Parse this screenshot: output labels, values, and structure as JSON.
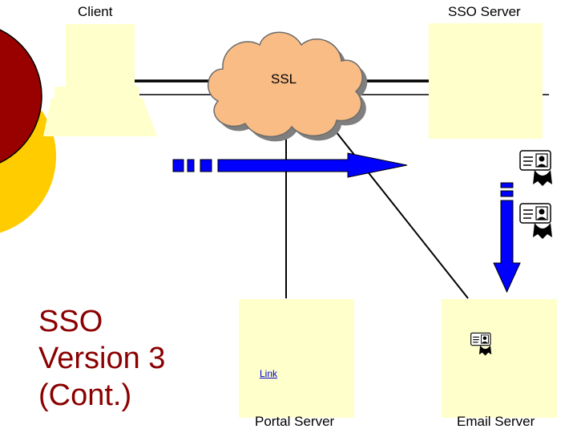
{
  "labels": {
    "client": "Client",
    "sso_server": "SSO Server",
    "ssl": "SSL",
    "portal_server": "Portal Server",
    "email_server": "Email Server",
    "link": "Link"
  },
  "title": {
    "line1": "SSO",
    "line2": "Version 3",
    "line3": "(Cont.)"
  },
  "colors": {
    "title": "#8b0000",
    "box_fill": "#ffffcc",
    "cloud_fill": "#f9bc85",
    "arrow": "#0000ff",
    "decor_red": "#990000",
    "decor_yellow": "#ffcc00",
    "link": "#0000cc"
  },
  "icons": {
    "badge_1": "ticket-person-icon",
    "badge_2": "ticket-person-icon",
    "badge_3": "ticket-person-icon"
  }
}
